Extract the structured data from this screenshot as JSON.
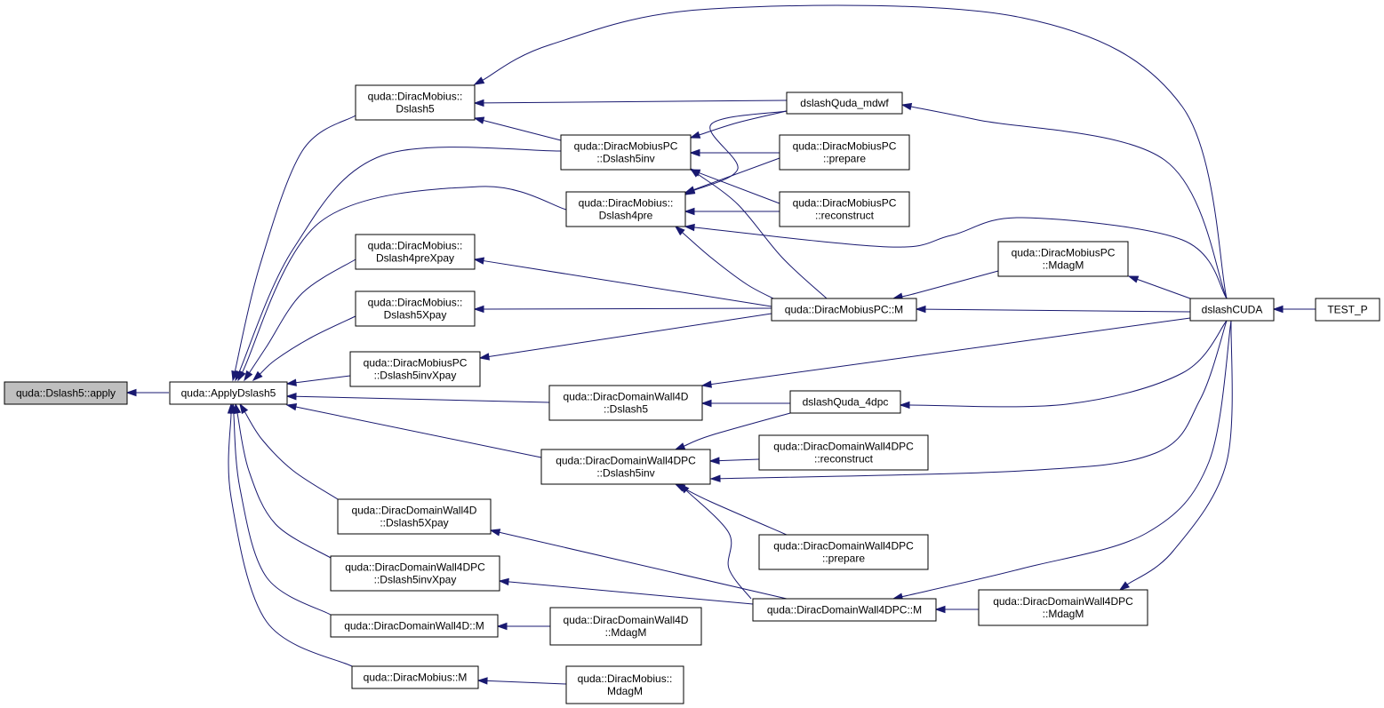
{
  "nodes": {
    "n0": [
      "quda::Dslash5::apply"
    ],
    "n1": [
      "quda::ApplyDslash5"
    ],
    "n2": [
      "quda::DiracMobius::",
      "Dslash5"
    ],
    "n3": [
      "quda::DiracMobiusPC",
      "::Dslash5inv"
    ],
    "n4": [
      "quda::DiracMobius::",
      "Dslash4pre"
    ],
    "n5": [
      "quda::DiracMobius::",
      "Dslash4preXpay"
    ],
    "n6": [
      "quda::DiracMobius::",
      "Dslash5Xpay"
    ],
    "n7": [
      "quda::DiracMobiusPC",
      "::Dslash5invXpay"
    ],
    "n8": [
      "quda::DiracDomainWall4D",
      "::Dslash5"
    ],
    "n9": [
      "quda::DiracDomainWall4DPC",
      "::Dslash5inv"
    ],
    "n10": [
      "quda::DiracDomainWall4D",
      "::Dslash5Xpay"
    ],
    "n11": [
      "quda::DiracDomainWall4DPC",
      "::Dslash5invXpay"
    ],
    "n12": [
      "quda::DiracDomainWall4D::M"
    ],
    "n13": [
      "quda::DiracMobius::M"
    ],
    "n14": [
      "dslashQuda_mdwf"
    ],
    "n15": [
      "quda::DiracMobiusPC",
      "::prepare"
    ],
    "n16": [
      "quda::DiracMobiusPC",
      "::reconstruct"
    ],
    "n17": [
      "quda::DiracMobiusPC::M"
    ],
    "n18": [
      "dslashQuda_4dpc"
    ],
    "n19": [
      "quda::DiracDomainWall4DPC",
      "::reconstruct"
    ],
    "n20": [
      "quda::DiracDomainWall4DPC",
      "::prepare"
    ],
    "n21": [
      "quda::DiracDomainWall4DPC::M"
    ],
    "n22": [
      "quda::DiracDomainWall4D",
      "::MdagM"
    ],
    "n23": [
      "quda::DiracMobius::",
      "MdagM"
    ],
    "n24": [
      "quda::DiracMobiusPC",
      "::MdagM"
    ],
    "n25": [
      "quda::DiracDomainWall4DPC",
      "::MdagM"
    ],
    "n26": [
      "dslashCUDA"
    ],
    "n27": [
      "TEST_P"
    ]
  },
  "edges": [
    [
      "n1",
      "n0"
    ],
    [
      "n2",
      "n1"
    ],
    [
      "n3",
      "n1"
    ],
    [
      "n4",
      "n1"
    ],
    [
      "n5",
      "n1"
    ],
    [
      "n6",
      "n1"
    ],
    [
      "n7",
      "n1"
    ],
    [
      "n8",
      "n1"
    ],
    [
      "n9",
      "n1"
    ],
    [
      "n10",
      "n1"
    ],
    [
      "n11",
      "n1"
    ],
    [
      "n12",
      "n1"
    ],
    [
      "n13",
      "n1"
    ],
    [
      "n26",
      "n2"
    ],
    [
      "n14",
      "n2"
    ],
    [
      "n3",
      "n2"
    ],
    [
      "n14",
      "n3"
    ],
    [
      "n15",
      "n3"
    ],
    [
      "n16",
      "n3"
    ],
    [
      "n17",
      "n3"
    ],
    [
      "n14",
      "n4"
    ],
    [
      "n15",
      "n4"
    ],
    [
      "n16",
      "n4"
    ],
    [
      "n26",
      "n4"
    ],
    [
      "n17",
      "n4"
    ],
    [
      "n17",
      "n5"
    ],
    [
      "n17",
      "n6"
    ],
    [
      "n17",
      "n7"
    ],
    [
      "n26",
      "n8"
    ],
    [
      "n18",
      "n8"
    ],
    [
      "n18",
      "n9"
    ],
    [
      "n19",
      "n9"
    ],
    [
      "n26",
      "n9"
    ],
    [
      "n20",
      "n9"
    ],
    [
      "n21",
      "n9"
    ],
    [
      "n21",
      "n10"
    ],
    [
      "n21",
      "n11"
    ],
    [
      "n22",
      "n12"
    ],
    [
      "n23",
      "n13"
    ],
    [
      "n26",
      "n14"
    ],
    [
      "n24",
      "n17"
    ],
    [
      "n26",
      "n17"
    ],
    [
      "n26",
      "n18"
    ],
    [
      "n26",
      "n21"
    ],
    [
      "n25",
      "n21"
    ],
    [
      "n26",
      "n24"
    ],
    [
      "n26",
      "n25"
    ],
    [
      "n27",
      "n26"
    ]
  ],
  "colors": {
    "edge": "#191970",
    "root_fill": "#bfbfbf",
    "node_fill": "#ffffff",
    "node_border": "#000000"
  }
}
